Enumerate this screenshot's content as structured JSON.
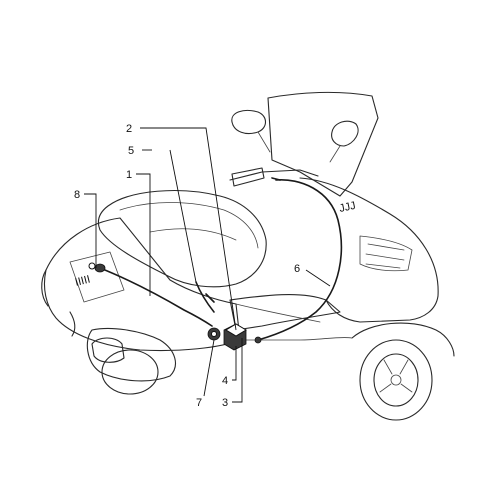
{
  "diagram": {
    "callouts": [
      {
        "id": "1",
        "label": "1"
      },
      {
        "id": "2",
        "label": "2"
      },
      {
        "id": "3",
        "label": "3"
      },
      {
        "id": "4",
        "label": "4"
      },
      {
        "id": "5",
        "label": "5"
      },
      {
        "id": "6",
        "label": "6"
      },
      {
        "id": "7",
        "label": "7"
      },
      {
        "id": "8",
        "label": "8"
      }
    ],
    "body_badge_text": "IIIII"
  }
}
